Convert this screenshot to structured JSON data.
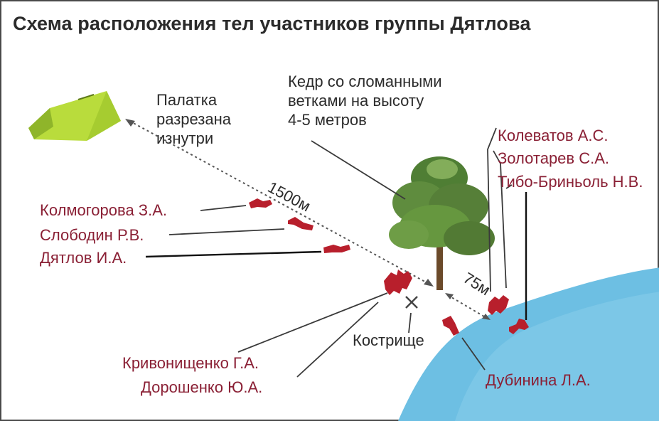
{
  "title": "Схема расположения тел участников группы Дятлова",
  "tent_note": [
    "Палатка",
    "разрезана",
    "изнутри"
  ],
  "cedar_note": [
    "Кедр со сломанными",
    "ветками на высоту",
    "4-5 метров"
  ],
  "distance_tent": "1500м",
  "distance_cedar": "75м",
  "fire_label": "Кострище",
  "names": {
    "kolmogorova": "Колмогорова З.А.",
    "slobodin": "Слободин Р.В.",
    "dyatlov": "Дятлов И.А.",
    "kolevatov": "Колеватов А.С.",
    "zolotarev": "Золотарев С.А.",
    "thibeaux": "Тибо-Бриньоль Н.В.",
    "krivonischenko": "Кривонищенко Г.А.",
    "doroshenko": "Дорошенко Ю.А.",
    "dubinina": "Дубинина Л.А."
  },
  "colors": {
    "names": "#8a2035",
    "bodies": "#b81f2c",
    "river": "#6dbfe3",
    "tent": "#b9dc3c",
    "tree_foliage": "#5f8c3e",
    "text": "#2b2b2b"
  },
  "icons": [
    "tent-icon",
    "cedar-tree-icon",
    "fire-cross-icon",
    "river-shape",
    "body-marker"
  ]
}
